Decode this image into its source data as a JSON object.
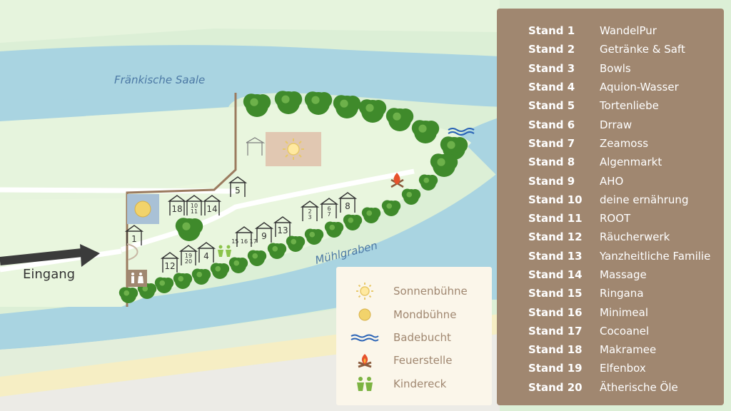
{
  "map": {
    "river_label": "Fränkische Saale",
    "canal_label": "Mühlgraben",
    "entrance_label": "Eingang",
    "tent_labels": [
      "18",
      "10\n11",
      "14",
      "5",
      "2\n3",
      "6\n7",
      "8",
      "13",
      "9",
      "15 16 17",
      "4",
      "12",
      "19\n20",
      "1"
    ],
    "colors": {
      "panel": "#a08770",
      "water": "#a9d4e1",
      "land": "#e9f6de",
      "path": "#9b7b5f",
      "tree": "#3f8a2b"
    }
  },
  "legend": [
    {
      "icon": "sun-icon",
      "label": "Sonnenbühne"
    },
    {
      "icon": "moon-icon",
      "label": "Mondbühne"
    },
    {
      "icon": "wave-icon",
      "label": "Badebucht"
    },
    {
      "icon": "campfire-icon",
      "label": "Feuerstelle"
    },
    {
      "icon": "children-icon",
      "label": "Kindereck"
    }
  ],
  "stands": [
    {
      "num": "Stand 1",
      "name": "WandelPur"
    },
    {
      "num": "Stand 2",
      "name": "Getränke & Saft"
    },
    {
      "num": "Stand 3",
      "name": "Bowls"
    },
    {
      "num": "Stand 4",
      "name": "Aquion-Wasser"
    },
    {
      "num": "Stand 5",
      "name": "Tortenliebe"
    },
    {
      "num": "Stand 6",
      "name": "Drraw"
    },
    {
      "num": "Stand 7",
      "name": "Zeamoss"
    },
    {
      "num": "Stand 8",
      "name": "Algenmarkt"
    },
    {
      "num": "Stand 9",
      "name": "AHO"
    },
    {
      "num": "Stand 10",
      "name": "deine ernährung"
    },
    {
      "num": "Stand 11",
      "name": "ROOT"
    },
    {
      "num": "Stand 12",
      "name": "Räucherwerk"
    },
    {
      "num": "Stand 13",
      "name": "Yanzheitliche Familie"
    },
    {
      "num": "Stand 14",
      "name": "Massage"
    },
    {
      "num": "Stand 15",
      "name": "Ringana"
    },
    {
      "num": "Stand 16",
      "name": "Minimeal"
    },
    {
      "num": "Stand 17",
      "name": "Cocoanel"
    },
    {
      "num": "Stand 18",
      "name": "Makramee"
    },
    {
      "num": "Stand 19",
      "name": "Elfenbox"
    },
    {
      "num": "Stand 20",
      "name": "Ätherische Öle"
    }
  ]
}
